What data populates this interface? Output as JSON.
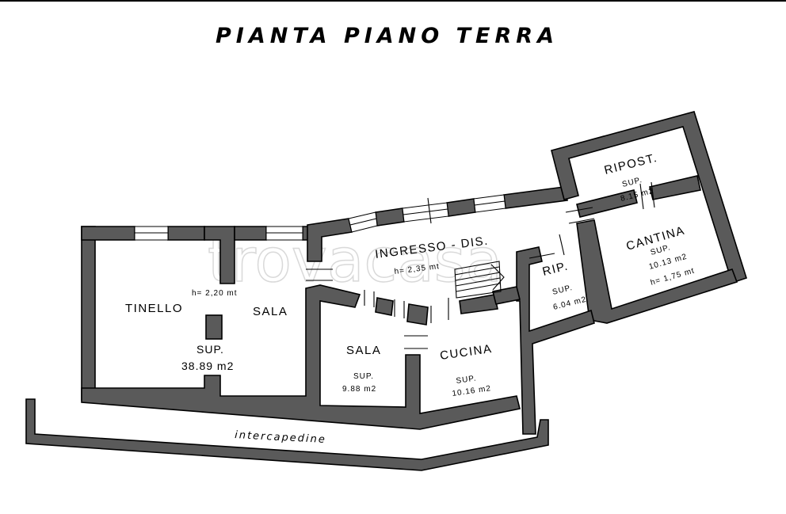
{
  "title": "PIANTA PIANO TERRA",
  "watermark": "trovacasa",
  "colors": {
    "wall": "#5a5a5a",
    "line": "#000000",
    "background": "#ffffff"
  },
  "rooms": {
    "tinello": {
      "name": "TINELLO"
    },
    "sala_left": {
      "name": "SALA",
      "height": "h= 2,20 mt",
      "sup_label": "SUP.",
      "sup_value": "38.89 m2"
    },
    "ingresso": {
      "name": "INGRESSO - DIS.",
      "height": "h= 2,35 mt"
    },
    "sala_small": {
      "name": "SALA",
      "sup_label": "SUP.",
      "sup_value": "9.88 m2"
    },
    "cucina": {
      "name": "CUCINA",
      "sup_label": "SUP.",
      "sup_value": "10.16 m2"
    },
    "rip": {
      "name": "RIP.",
      "sup_label": "SUP.",
      "sup_value": "6.04 m2"
    },
    "ripost": {
      "name": "RIPOST.",
      "sup_label": "SUP.",
      "sup_value": "8.15 m2"
    },
    "cantina": {
      "name": "CANTINA",
      "sup_label": "SUP.",
      "sup_value": "10.13 m2",
      "height": "h= 1,75 mt"
    }
  },
  "intercapedine": "intercapedine"
}
